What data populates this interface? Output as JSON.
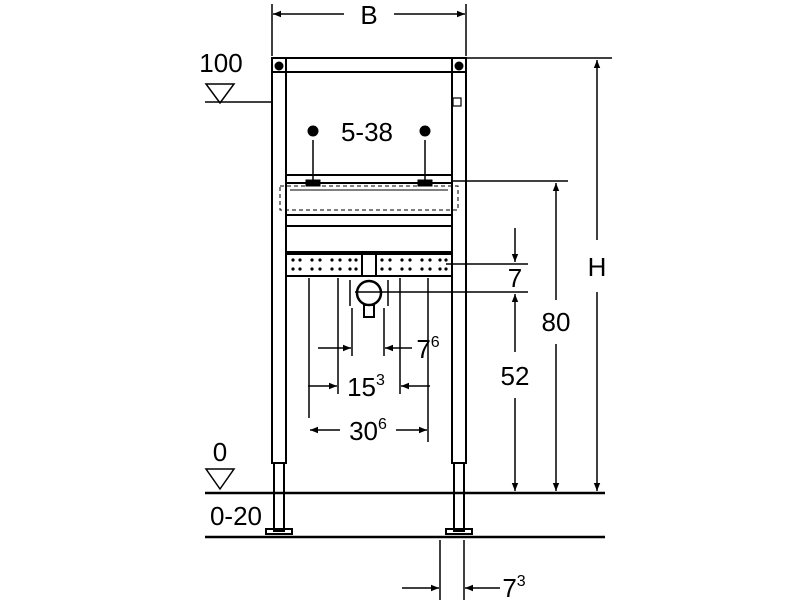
{
  "labels": {
    "width": "B",
    "height": "H",
    "top_level": "100",
    "floor_level": "0",
    "floor_range": "0-20",
    "bracket_spacing": "5-38",
    "dim_80": "80",
    "dim_52": "52",
    "dim_7": "7",
    "dim_7_6_base": "7",
    "dim_7_6_sup": "6",
    "dim_15_3_base": "15",
    "dim_15_3_sup": "3",
    "dim_30_6_base": "30",
    "dim_30_6_sup": "6",
    "dim_7_3_base": "7",
    "dim_7_3_sup": "3"
  },
  "colors": {
    "line": "#000000",
    "background": "#ffffff"
  }
}
